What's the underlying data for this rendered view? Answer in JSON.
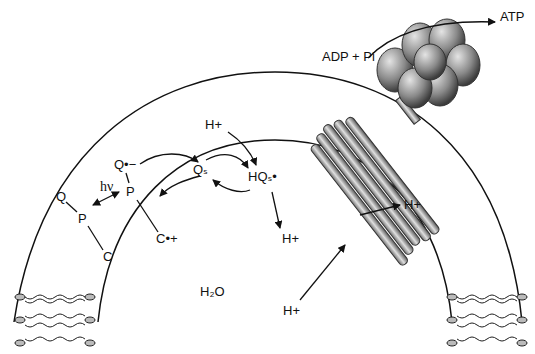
{
  "diagram": {
    "labels": [
      "ATP",
      "ADP + Pi",
      "H+",
      "H+",
      "H+",
      "H+",
      "Q",
      "P",
      "C",
      "hν",
      "Q•−",
      "P",
      "C•+",
      "Qₛ",
      "HQₛ•",
      "H₂O"
    ]
  }
}
